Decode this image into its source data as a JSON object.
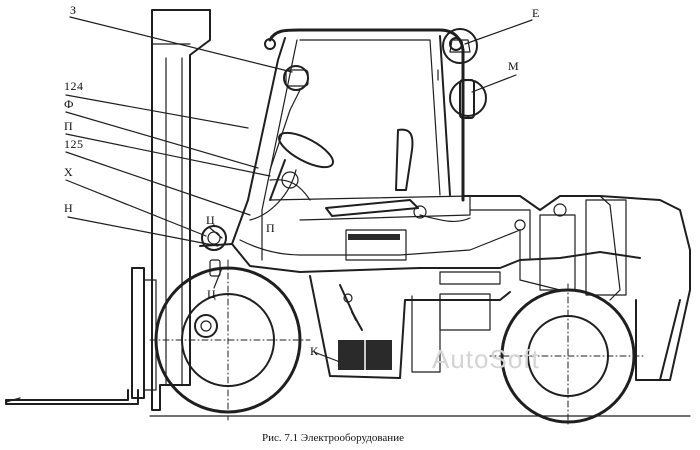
{
  "labels": {
    "z": "З",
    "e": "Е",
    "m": "М",
    "n124": "124",
    "f": "Ф",
    "p": "П",
    "n125": "125",
    "kh": "Х",
    "n": "Н",
    "ts_upper": "Ц",
    "ts_lower": "Ц",
    "p_small": "П",
    "k": "К"
  },
  "caption": "Рис. 7.1 Электрооборудование",
  "watermark": "AutoSoft"
}
